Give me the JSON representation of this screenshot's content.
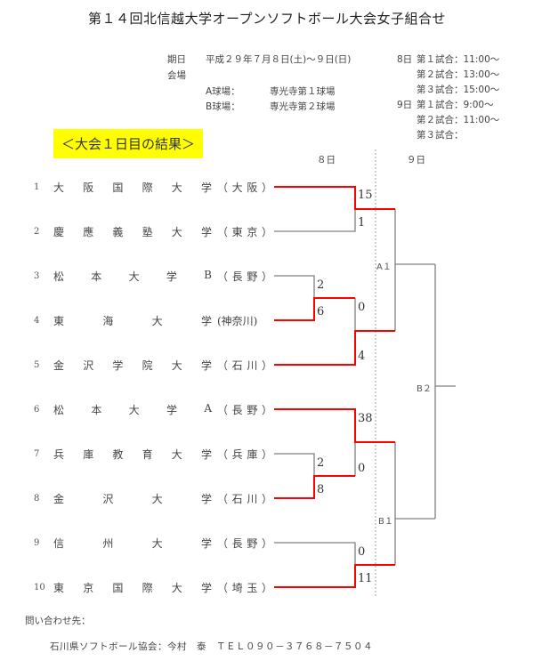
{
  "title": "第１４回北信越大学オープンソフトボール大会女子組合せ",
  "info": {
    "date_label": "期日",
    "date_value": "平成２９年７月８日(土)～９日(日)",
    "venue_label": "会場",
    "fields": [
      {
        "label": "A球場：",
        "value": "専光寺第１球場"
      },
      {
        "label": "B球場：",
        "value": "専光寺第２球場"
      }
    ]
  },
  "schedule": [
    {
      "day": "8日",
      "game": "第１試合：11:00～"
    },
    {
      "day": "",
      "game": "第２試合：13:00～"
    },
    {
      "day": "",
      "game": "第３試合：15:00～"
    },
    {
      "day": "9日",
      "game": "第１試合：9:00～"
    },
    {
      "day": "",
      "game": "第２試合：11:00～"
    },
    {
      "day": "",
      "game": "第３試合："
    }
  ],
  "banner": "＜大会１日目の結果＞",
  "day_labels": {
    "day1": "８日",
    "day2": "９日"
  },
  "teams": [
    {
      "num": "1",
      "name": [
        "大",
        "阪",
        "国",
        "際",
        "大",
        "学"
      ],
      "pref": [
        "（",
        "大",
        "阪",
        "）"
      ]
    },
    {
      "num": "2",
      "name": [
        "慶",
        "應",
        "義",
        "塾",
        "大",
        "学"
      ],
      "pref": [
        "（",
        "東",
        "京",
        "）"
      ]
    },
    {
      "num": "3",
      "name": [
        "松",
        "本",
        "大",
        "学",
        "B"
      ],
      "pref": [
        "（",
        "長",
        "野",
        "）"
      ]
    },
    {
      "num": "4",
      "name": [
        "東",
        "海",
        "大",
        "学"
      ],
      "pref": [
        "(神奈川)"
      ]
    },
    {
      "num": "5",
      "name": [
        "金",
        "沢",
        "学",
        "院",
        "大",
        "学"
      ],
      "pref": [
        "（",
        "石",
        "川",
        "）"
      ]
    },
    {
      "num": "6",
      "name": [
        "松",
        "本",
        "大",
        "学",
        "A"
      ],
      "pref": [
        "（",
        "長",
        "野",
        "）"
      ]
    },
    {
      "num": "7",
      "name": [
        "兵",
        "庫",
        "教",
        "育",
        "大",
        "学"
      ],
      "pref": [
        "（",
        "兵",
        "庫",
        "）"
      ]
    },
    {
      "num": "8",
      "name": [
        "金",
        "沢",
        "大",
        "学"
      ],
      "pref": [
        "（",
        "石",
        "川",
        "）"
      ]
    },
    {
      "num": "9",
      "name": [
        "信",
        "州",
        "大",
        "学"
      ],
      "pref": [
        "（",
        "長",
        "野",
        "）"
      ]
    },
    {
      "num": "10",
      "name": [
        "東",
        "京",
        "国",
        "際",
        "大",
        "学"
      ],
      "pref": [
        "（",
        "埼",
        "玉",
        "）"
      ]
    }
  ],
  "scores": {
    "m1_t1": "15",
    "m1_t2": "1",
    "m2_t3": "2",
    "m2_t4": "6",
    "m3_w34": "0",
    "m3_t5": "4",
    "m4_t7": "2",
    "m4_t8": "8",
    "m5_t6": "38",
    "m5_w78": "0",
    "m6_t9": "0",
    "m6_t10": "11"
  },
  "slots": {
    "a1": "A１",
    "b1": "B１",
    "b2": "B２"
  },
  "colors": {
    "winner_line": "#ff0000",
    "line": "#808080",
    "banner_bg": "#ffff00"
  },
  "footer": {
    "contact_label": "問い合わせ先：",
    "contact": "石川県ソフトボール協会：今村　泰　ＴＥＬ０９０－３７６８－７５０４"
  }
}
